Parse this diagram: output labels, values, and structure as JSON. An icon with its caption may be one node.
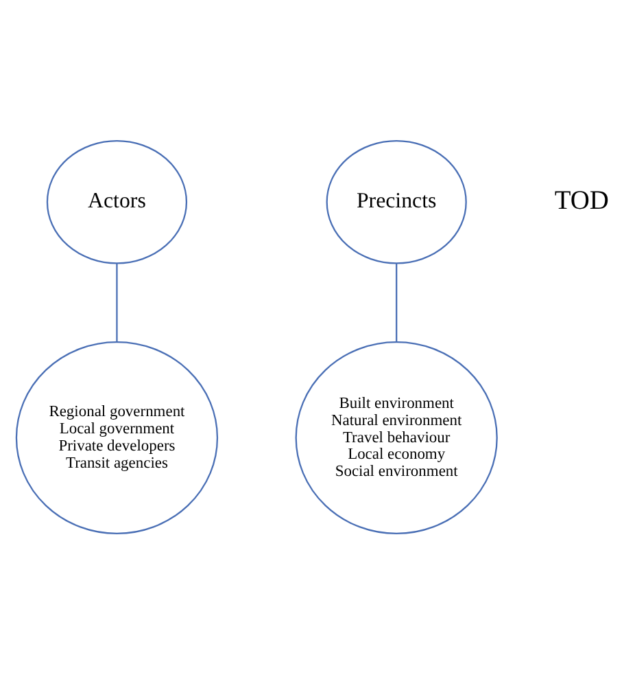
{
  "diagram": {
    "nodes": [
      {
        "text": [
          "Actors"
        ]
      },
      {
        "text": [
          "Precincts"
        ]
      },
      {
        "text": [
          "Regional government",
          "Local government",
          "Private developers",
          "Transit agencies"
        ]
      },
      {
        "text": [
          "Built environment",
          "Natural environment",
          "Travel behaviour",
          "Local economy",
          "Social environment"
        ]
      }
    ],
    "edges": [
      {
        "from": 0,
        "to": 2,
        "arrow": "none"
      },
      {
        "from": 1,
        "to": 3,
        "arrow": "none"
      }
    ],
    "labels": [
      "TOD"
    ]
  }
}
